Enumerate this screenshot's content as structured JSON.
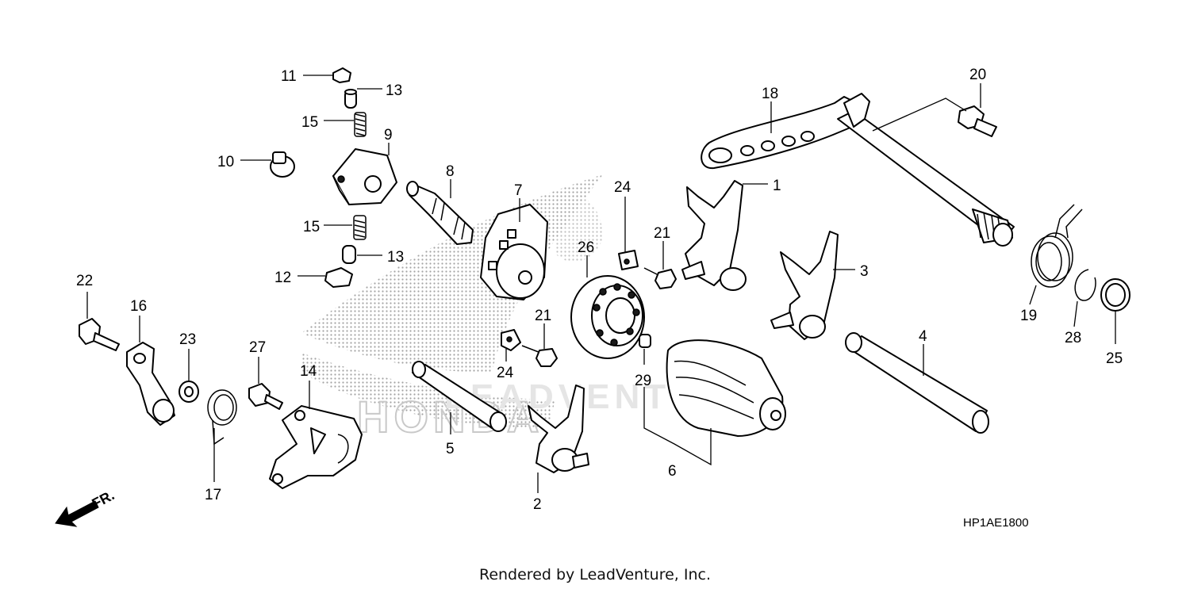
{
  "diagram": {
    "callouts": [
      {
        "id": "p1",
        "label": "1"
      },
      {
        "id": "p2",
        "label": "2"
      },
      {
        "id": "p3",
        "label": "3"
      },
      {
        "id": "p4",
        "label": "4"
      },
      {
        "id": "p5",
        "label": "5"
      },
      {
        "id": "p6",
        "label": "6"
      },
      {
        "id": "p7",
        "label": "7"
      },
      {
        "id": "p8",
        "label": "8"
      },
      {
        "id": "p9",
        "label": "9"
      },
      {
        "id": "p10",
        "label": "10"
      },
      {
        "id": "p11",
        "label": "11"
      },
      {
        "id": "p12",
        "label": "12"
      },
      {
        "id": "p13a",
        "label": "13"
      },
      {
        "id": "p13b",
        "label": "13"
      },
      {
        "id": "p14",
        "label": "14"
      },
      {
        "id": "p15a",
        "label": "15"
      },
      {
        "id": "p15b",
        "label": "15"
      },
      {
        "id": "p16",
        "label": "16"
      },
      {
        "id": "p17",
        "label": "17"
      },
      {
        "id": "p18",
        "label": "18"
      },
      {
        "id": "p19",
        "label": "19"
      },
      {
        "id": "p20",
        "label": "20"
      },
      {
        "id": "p21a",
        "label": "21"
      },
      {
        "id": "p21b",
        "label": "21"
      },
      {
        "id": "p22",
        "label": "22"
      },
      {
        "id": "p23",
        "label": "23"
      },
      {
        "id": "p24a",
        "label": "24"
      },
      {
        "id": "p24b",
        "label": "24"
      },
      {
        "id": "p25",
        "label": "25"
      },
      {
        "id": "p26",
        "label": "26"
      },
      {
        "id": "p27",
        "label": "27"
      },
      {
        "id": "p28",
        "label": "28"
      },
      {
        "id": "p29",
        "label": "29"
      }
    ],
    "diagram_code": "HP1AE1800",
    "front_indicator": "FR.",
    "watermark_brand": "HONDA",
    "watermark_dealer": "LEADVENTURE",
    "watermark_color": "#bdbdbd"
  },
  "footer": {
    "credit": "Rendered by LeadVenture, Inc."
  }
}
